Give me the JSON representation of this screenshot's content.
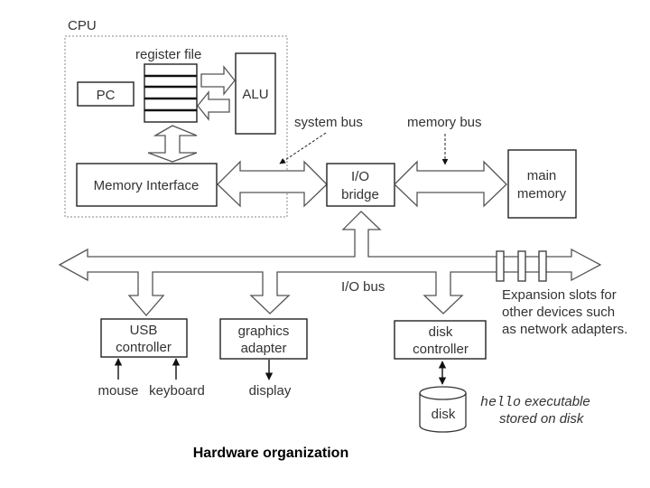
{
  "caption": "Hardware organization",
  "cpu": {
    "label": "CPU",
    "register_file": "register file",
    "pc": "PC",
    "alu": "ALU",
    "memory_interface": "Memory Interface"
  },
  "buses": {
    "system_bus": "system bus",
    "memory_bus": "memory bus",
    "io_bus": "I/O bus"
  },
  "io_bridge": {
    "line1": "I/O",
    "line2": "bridge"
  },
  "main_memory": {
    "line1": "main",
    "line2": "memory"
  },
  "usb_controller": {
    "line1": "USB",
    "line2": "controller",
    "inputs": [
      "mouse",
      "keyboard"
    ]
  },
  "graphics_adapter": {
    "line1": "graphics",
    "line2": "adapter",
    "output": "display"
  },
  "disk_controller": {
    "line1": "disk",
    "line2": "controller"
  },
  "disk": {
    "label": "disk",
    "note_code": "hello",
    "note_line1_rest": " executable",
    "note_line2": "stored on disk"
  },
  "expansion": {
    "lines": [
      "Expansion slots for",
      "other devices such",
      "as network adapters."
    ]
  }
}
